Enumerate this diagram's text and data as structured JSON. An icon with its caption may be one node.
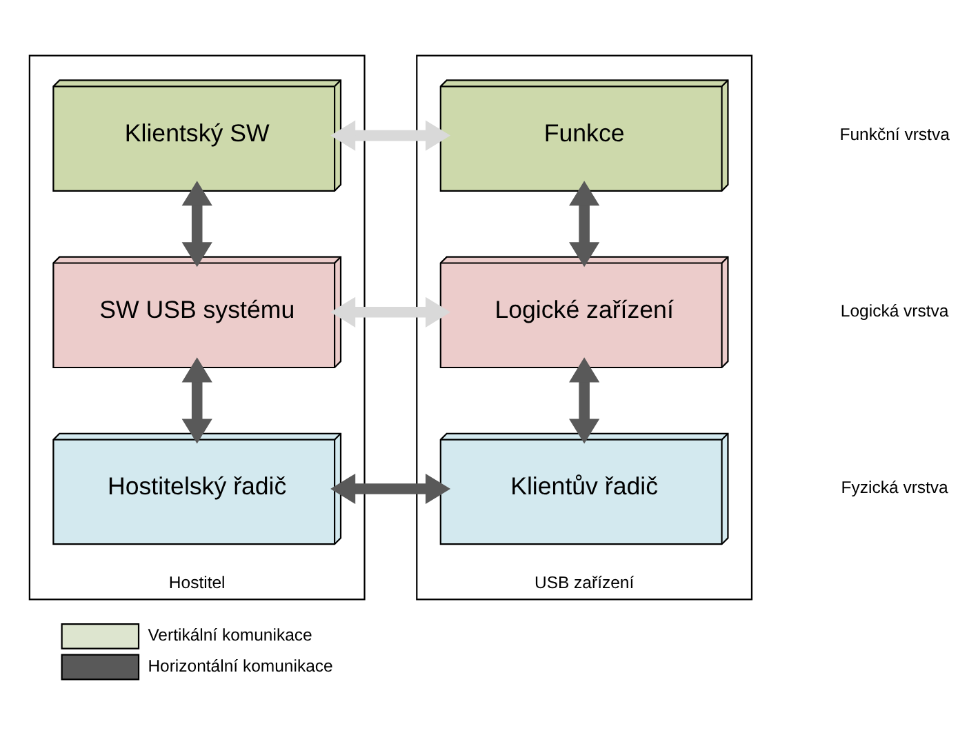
{
  "diagram": {
    "nodes": [
      {
        "text": [
          "Hostitel"
        ]
      },
      {
        "text": [
          "USB zařízení"
        ]
      },
      {
        "text": [
          "Klientský SW"
        ],
        "in": 0
      },
      {
        "text": [
          "SW USB systému"
        ],
        "in": 0
      },
      {
        "text": [
          "Hostitelský řadič"
        ],
        "in": 0
      },
      {
        "text": [
          "Funkce"
        ],
        "in": 1
      },
      {
        "text": [
          "Logické zařízení"
        ],
        "in": 1
      },
      {
        "text": [
          "Klientův řadič"
        ],
        "in": 1
      }
    ],
    "edges": [
      {
        "from": 2,
        "to": 5,
        "arrow": "both",
        "color": "#d9d9d9"
      },
      {
        "from": 2,
        "to": 3,
        "arrow": "both"
      },
      {
        "from": 5,
        "to": 6,
        "arrow": "both"
      },
      {
        "from": 3,
        "to": 6,
        "arrow": "both",
        "color": "#d9d9d9"
      },
      {
        "from": 3,
        "to": 4,
        "arrow": "both"
      },
      {
        "from": 6,
        "to": 7,
        "arrow": "both"
      },
      {
        "from": 4,
        "to": 7,
        "arrow": "both"
      }
    ],
    "labels": [
      "Funkční vrstva",
      "Logická vrstva",
      "Fyzická vrstva"
    ],
    "legend": [
      {
        "text": "Vertikální komunikace",
        "color": "#dde5cf"
      },
      {
        "text": "Horizontální komunikace",
        "color": "#595959"
      }
    ]
  }
}
